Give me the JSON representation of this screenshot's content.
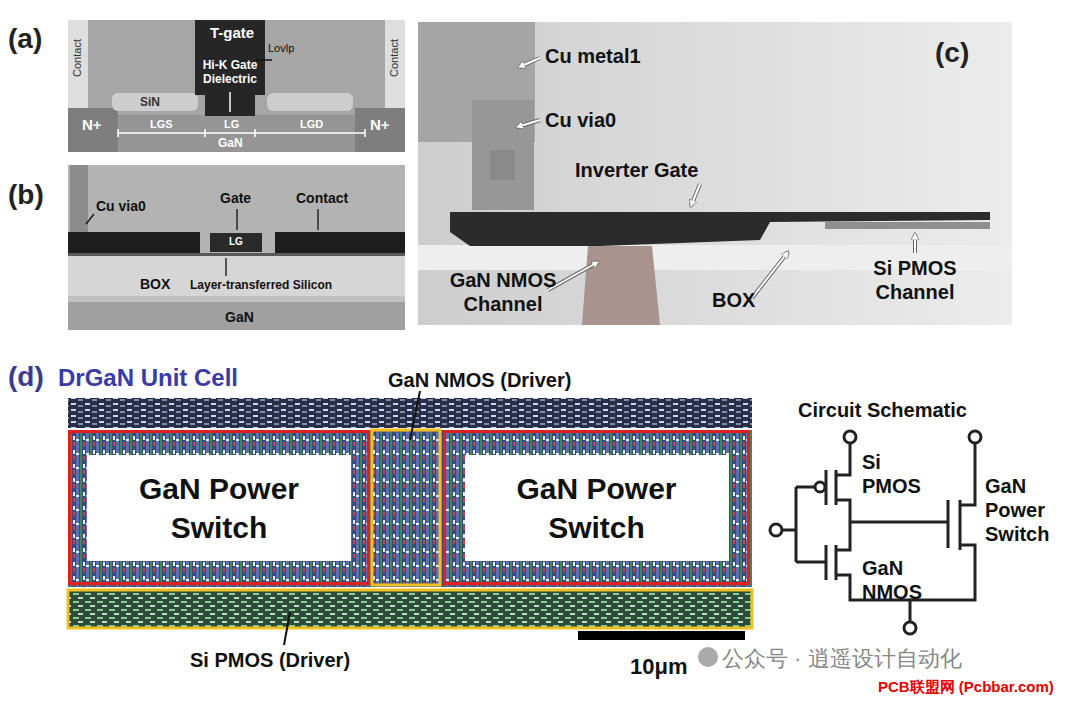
{
  "diagram": {
    "nodes": [
      {
        "text": [
          "GaN Power Switch"
        ]
      },
      {
        "text": [
          "GaN Power Switch"
        ]
      }
    ],
    "labels": [
      "(a)",
      "Contact",
      "T-gate",
      "Lovlp",
      "Hi-K Gate Dielectric",
      "Contact",
      "SiN",
      "N+",
      "LGS",
      "LG",
      "LGD",
      "N+",
      "GaN",
      "(b)",
      "Cu via0",
      "Gate",
      "Contact",
      "LG",
      "BOX",
      "Layer-transferred Silicon",
      "GaN",
      "(c)",
      "Cu metal1",
      "Cu via0",
      "Inverter Gate",
      "GaN NMOS Channel",
      "BOX",
      "Si PMOS Channel",
      "(d)",
      "DrGaN Unit Cell",
      "GaN NMOS (Driver)",
      "Si PMOS (Driver)",
      "10μm",
      "Circuit Schematic",
      "Si PMOS",
      "GaN NMOS",
      "GaN Power Switch",
      "公众号 · 逍遥设计自动化",
      "PCB联盟网 (Pcbbar.com)"
    ]
  }
}
